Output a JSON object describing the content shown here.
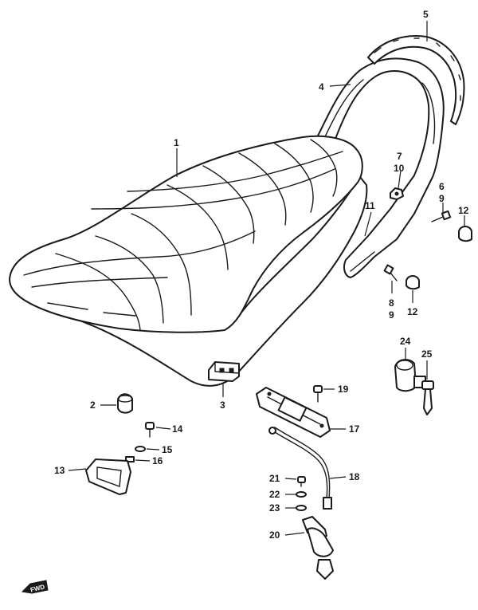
{
  "callouts": [
    {
      "id": "c1",
      "text": "1"
    },
    {
      "id": "c2",
      "text": "2"
    },
    {
      "id": "c3",
      "text": "3"
    },
    {
      "id": "c4",
      "text": "4"
    },
    {
      "id": "c5",
      "text": "5"
    },
    {
      "id": "c6",
      "text": "6"
    },
    {
      "id": "c7",
      "text": "7"
    },
    {
      "id": "c8",
      "text": "8"
    },
    {
      "id": "c9a",
      "text": "9"
    },
    {
      "id": "c9b",
      "text": "9"
    },
    {
      "id": "c10",
      "text": "10"
    },
    {
      "id": "c11",
      "text": "11"
    },
    {
      "id": "c12a",
      "text": "12"
    },
    {
      "id": "c12b",
      "text": "12"
    },
    {
      "id": "c13",
      "text": "13"
    },
    {
      "id": "c14",
      "text": "14"
    },
    {
      "id": "c15",
      "text": "15"
    },
    {
      "id": "c16",
      "text": "16"
    },
    {
      "id": "c17",
      "text": "17"
    },
    {
      "id": "c18",
      "text": "18"
    },
    {
      "id": "c19",
      "text": "19"
    },
    {
      "id": "c20",
      "text": "20"
    },
    {
      "id": "c21",
      "text": "21"
    },
    {
      "id": "c22",
      "text": "22"
    },
    {
      "id": "c23",
      "text": "23"
    },
    {
      "id": "c24",
      "text": "24"
    },
    {
      "id": "c25",
      "text": "25"
    }
  ],
  "fwd_label": "FWD"
}
